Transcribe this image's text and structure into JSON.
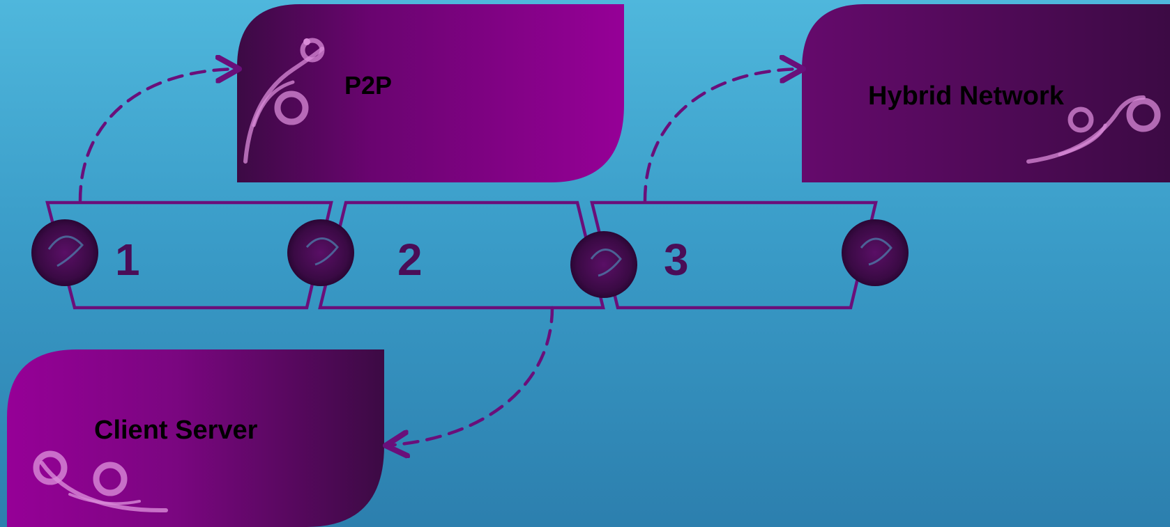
{
  "diagram": {
    "nodes": [
      {
        "id": "p2p",
        "label": "P2P"
      },
      {
        "id": "hybrid",
        "label": "Hybrid Network"
      },
      {
        "id": "client-server",
        "label": "Client Server"
      }
    ],
    "steps": [
      {
        "number": "1",
        "target": "p2p"
      },
      {
        "number": "2",
        "target": "client-server"
      },
      {
        "number": "3",
        "target": "hybrid"
      }
    ]
  },
  "colors": {
    "background_top": "#4fb7dc",
    "background_bottom": "#2c7fae",
    "accent": "#6a0f7a",
    "card_light": "#960097",
    "card_dark": "#3c0a44",
    "dot": "#3f0b4a",
    "flourish": "#d98bd8"
  }
}
